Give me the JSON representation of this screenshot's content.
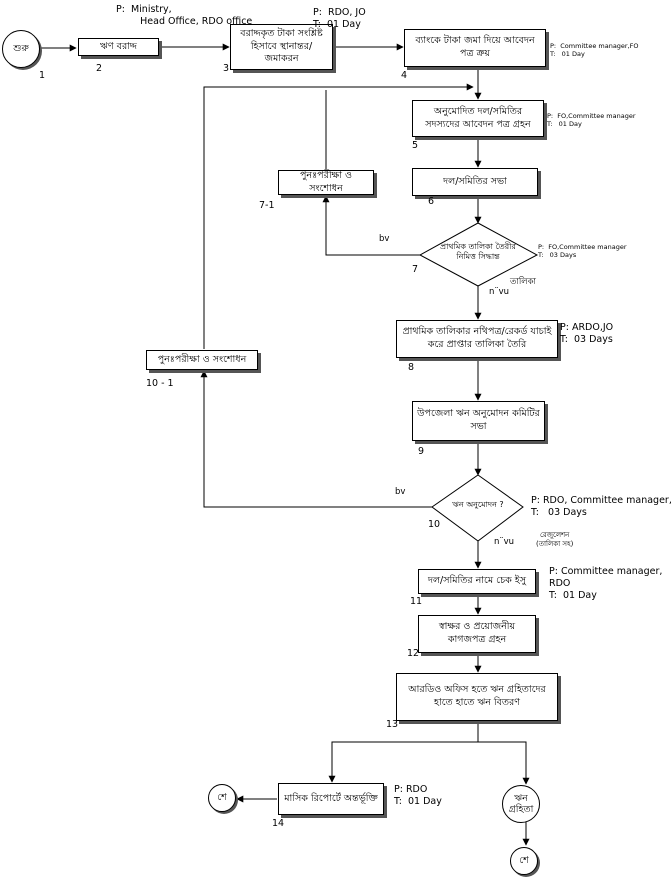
{
  "nodes": {
    "start": "শুরু",
    "n2": "ঋণ বরাদ্দ",
    "n3": "বরাদ্দকৃত টাকা সংশ্লিষ্ট হিসাবে স্থানান্তর/জমাকরন",
    "n4": "ব্যাংকে টাকা জমা দিয়ে আবেদন পত্র ক্রয়",
    "n5": "অনুমোদিত দল/সমিতির সদস্যদের আবেদন পত্র গ্রহন",
    "n6": "দল/সমিতির সভা",
    "n7": "প্রাথমিক তালিকা তৈরীর নিমিত্ত সিদ্ধান্ত",
    "n7_1": "পুনঃপরীক্ষা ও সংশোধন",
    "n8": "প্রাথমিক তালিকার নথিপত্র/রেকর্ড যাচাই করে প্রাপ্তার তালিকা তৈরি",
    "n9": "উপজেলা ঋন অনুমোদন কমিটির সভা",
    "n10": "ঋন অনুমোদন ?",
    "n10_1": "পুনঃপরীক্ষা ও সংশোধন",
    "n11": "দল/সমিতির নামে চেক ইসু",
    "n12": "স্বাক্ষর ও প্রয়োজনীয় কাগজপত্র গ্রহন",
    "n13": "আরডিও অফিস হতে ঋন গ্রহিতাদের হাতে হাতে ঋন বিতরণ",
    "n14": "মাসিক রিপোর্টে অন্তর্ভূক্তি",
    "recipient": "ঋন গ্রহিতা",
    "end_left": "শে",
    "end_bottom": "শে"
  },
  "numbers": {
    "n1": "1",
    "n2": "2",
    "n3": "3",
    "n4": "4",
    "n5": "5",
    "n6": "6",
    "n7_1": "7-1",
    "n7": "7",
    "n8": "8",
    "n10_1": "10 - 1",
    "n9": "9",
    "n10": "10",
    "n11": "11",
    "n12": "12",
    "n13": "13",
    "n14": "14"
  },
  "annotations": {
    "a2": "P:  Ministry,\n        Head Office, RDO office",
    "a3": "P:  RDO, JO\nT:  01 Day",
    "a4": "P:  Committee manager,FO\nT:   01 Day",
    "a5": "P:  FO,Committee manager\nT:   01 Day",
    "a7": "P:  FO,Committee manager\nT:   03 Days",
    "a8": "P: ARDO,JO\nT:  03 Days",
    "a10": "P: RDO, Committee manager,\nT:   03 Days",
    "a11": "P: Committee manager,\nRDO\nT:  01 Day",
    "a14": "P: RDO\nT:  01 Day"
  },
  "branch_labels": {
    "d7_no": "bv",
    "d7_yes": "n¨vu",
    "d7_yes_note": "তালিকা",
    "d10_no": "bv",
    "d10_yes": "n¨vu",
    "d10_yes_note": "রেজুলেশন\n(তালিকা সহ)"
  }
}
